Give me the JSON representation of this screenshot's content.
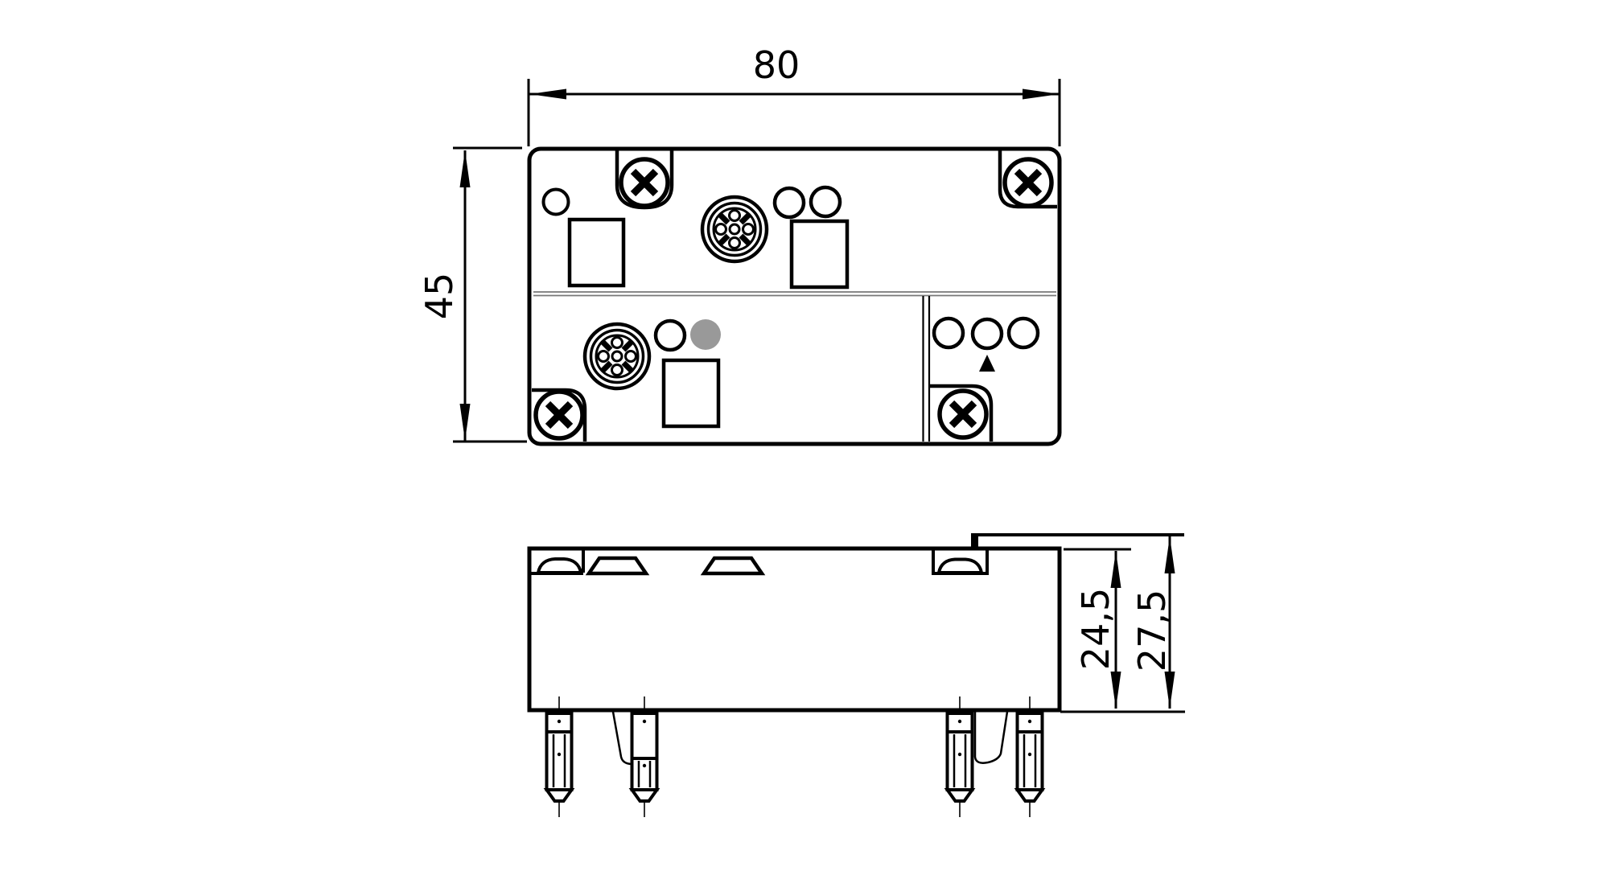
{
  "figure": {
    "type": "technical-dimension-drawing",
    "views": {
      "top": {
        "width_dim": "80",
        "height_dim": "45"
      },
      "side": {
        "inner_height_dim": "24,5",
        "outer_height_dim": "27,5"
      }
    },
    "colors": {
      "line": "#000000",
      "background": "#ffffff",
      "gray_indicator": "#999999",
      "divider": "#777777"
    }
  }
}
